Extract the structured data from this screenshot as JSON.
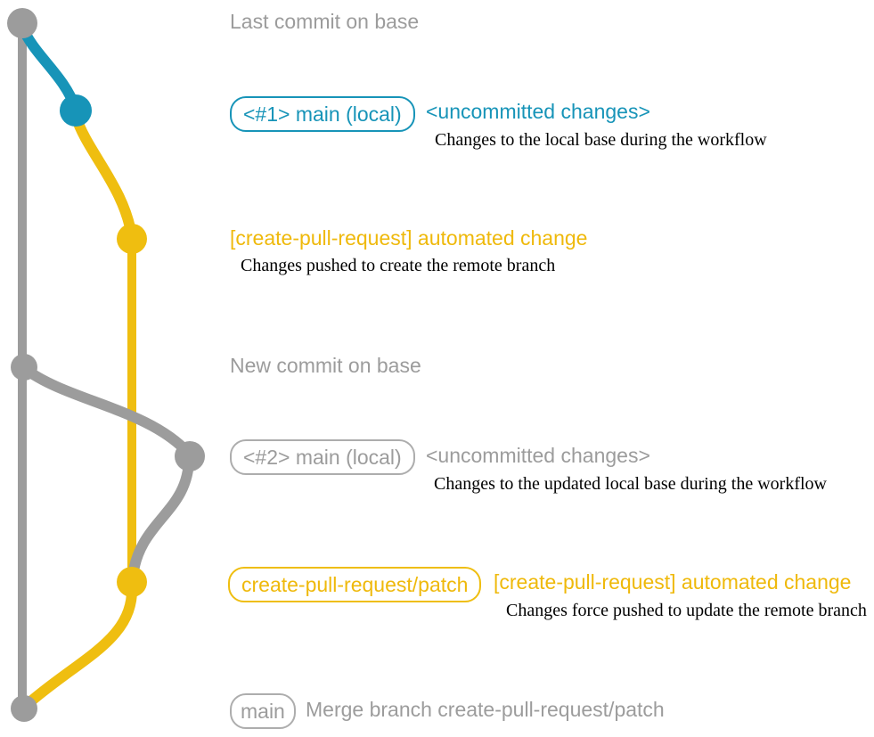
{
  "diagram_type": "git-branch-workflow",
  "colors": {
    "gray": "#9C9C9C",
    "teal": "#1794B8",
    "yellow": "#EFBE10",
    "description_text": "#000000"
  },
  "sections": {
    "base_top": {
      "title": "Last commit on base"
    },
    "local_1": {
      "badge": "<#1> main (local)",
      "status": "<uncommitted changes>",
      "description": "Changes to the local base during the workflow"
    },
    "patch_1": {
      "label": "[create-pull-request] automated change",
      "description": "Changes pushed to create the remote branch"
    },
    "base_new": {
      "title": "New commit on base"
    },
    "local_2": {
      "badge": "<#2> main (local)",
      "status": "<uncommitted changes>",
      "description": "Changes to the updated local base during the workflow"
    },
    "patch_2": {
      "badge": "create-pull-request/patch",
      "label": "[create-pull-request] automated change",
      "description": "Changes force pushed to update the remote branch"
    },
    "merge": {
      "badge": "main",
      "label": "Merge branch create-pull-request/patch"
    }
  }
}
